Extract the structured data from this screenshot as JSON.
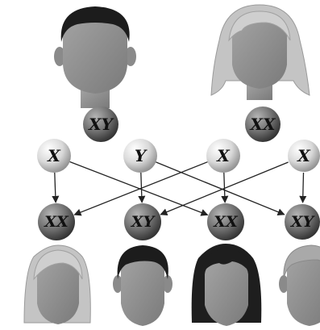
{
  "parents": {
    "father": {
      "label": "XY",
      "icon": "male-head-icon"
    },
    "mother": {
      "label": "XX",
      "icon": "female-head-icon"
    }
  },
  "gametes": [
    {
      "label": "X",
      "source": "father"
    },
    {
      "label": "Y",
      "source": "father"
    },
    {
      "label": "X",
      "source": "mother"
    },
    {
      "label": "X",
      "source": "mother"
    }
  ],
  "offspring": [
    {
      "label": "XX",
      "sex": "female",
      "icon": "female-light-hair-head-icon"
    },
    {
      "label": "XY",
      "sex": "male",
      "icon": "male-dark-hair-head-icon"
    },
    {
      "label": "XX",
      "sex": "female",
      "icon": "female-dark-hair-head-icon"
    },
    {
      "label": "XY",
      "sex": "male",
      "icon": "male-gray-hair-head-icon"
    }
  ],
  "connections": [
    {
      "from_gamete": 0,
      "to_offspring": 0
    },
    {
      "from_gamete": 0,
      "to_offspring": 2
    },
    {
      "from_gamete": 1,
      "to_offspring": 1
    },
    {
      "from_gamete": 1,
      "to_offspring": 3
    },
    {
      "from_gamete": 2,
      "to_offspring": 0
    },
    {
      "from_gamete": 2,
      "to_offspring": 2
    },
    {
      "from_gamete": 3,
      "to_offspring": 1
    },
    {
      "from_gamete": 3,
      "to_offspring": 3
    }
  ],
  "colors": {
    "skin": "#8f8f8f",
    "skin_dark": "#6e6e6e",
    "hair_dark": "#1c1c1c",
    "hair_light": "#bdbdbd",
    "hair_gray": "#a9a9a9",
    "gamete_fill": "#d6d6d6",
    "zygote_fill": "#6f6f6f",
    "text": "#111111",
    "arrow": "#222222"
  }
}
